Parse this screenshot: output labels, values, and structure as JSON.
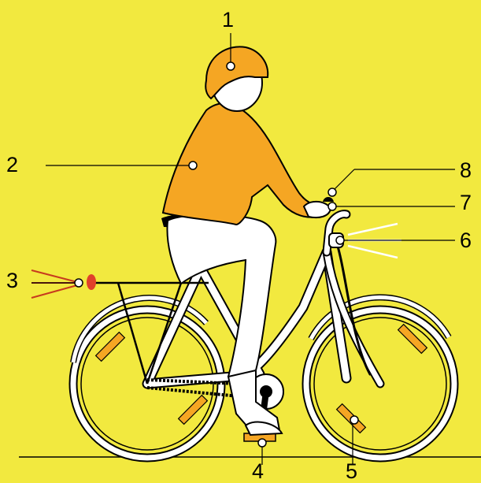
{
  "title": "",
  "colors": {
    "background": "#f2e93f",
    "orange": "#f5a623",
    "white": "#ffffff",
    "outline": "#000000",
    "rear_light": "#e0402a"
  },
  "callouts": [
    {
      "id": "1",
      "label": "1",
      "part": "helmet"
    },
    {
      "id": "2",
      "label": "2",
      "part": "jacket"
    },
    {
      "id": "3",
      "label": "3",
      "part": "rear-light"
    },
    {
      "id": "4",
      "label": "4",
      "part": "pedal-reflector"
    },
    {
      "id": "5",
      "label": "5",
      "part": "wheel-reflector"
    },
    {
      "id": "6",
      "label": "6",
      "part": "front-light"
    },
    {
      "id": "7",
      "label": "7",
      "part": "brake-lever"
    },
    {
      "id": "8",
      "label": "8",
      "part": "bell"
    }
  ]
}
